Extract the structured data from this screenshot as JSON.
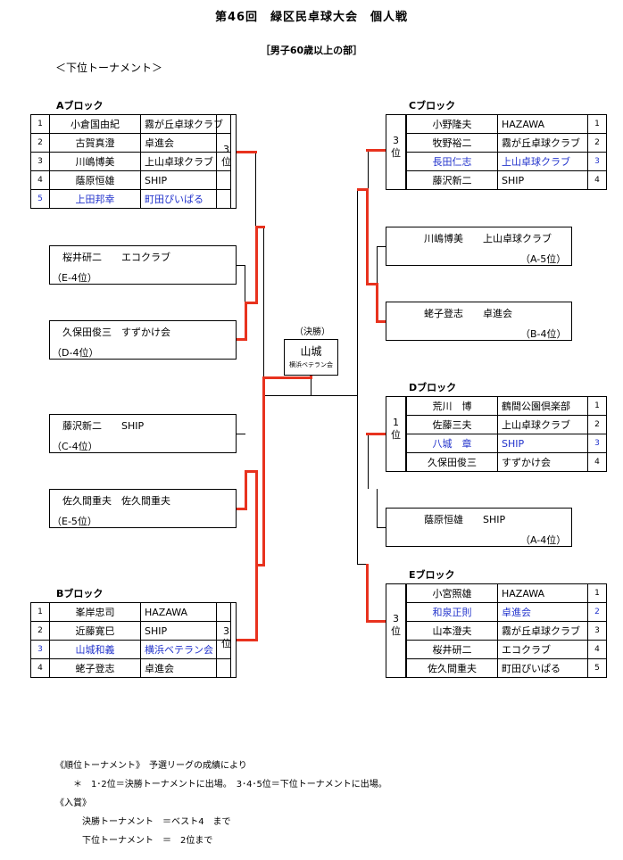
{
  "title": "第46回　緑区民卓球大会　個人戦",
  "subtitle": "［男子60歳以上の部］",
  "tournament_label": "＜下位トーナメント＞",
  "blocks": {
    "A": {
      "label": "Aブロック",
      "rank": "3",
      "rank_suffix": "位",
      "rows": [
        {
          "num": "1",
          "name": "小倉国由紀",
          "club": "霧が丘卓球クラブ"
        },
        {
          "num": "2",
          "name": "古賀真澄",
          "club": "卓進会"
        },
        {
          "num": "3",
          "name": "川嶋博美",
          "club": "上山卓球クラブ"
        },
        {
          "num": "4",
          "name": "蔭原恒雄",
          "club": "SHIP"
        },
        {
          "num": "5",
          "name": "上田邦幸",
          "club": "町田ぴいぱる"
        }
      ]
    },
    "B": {
      "label": "Bブロック",
      "rank": "3",
      "rank_suffix": "位",
      "rows": [
        {
          "num": "1",
          "name": "峯岸忠司",
          "club": "HAZAWA"
        },
        {
          "num": "2",
          "name": "近藤寛巳",
          "club": "SHIP"
        },
        {
          "num": "3",
          "name": "山城和義",
          "club": "横浜ベテラン会"
        },
        {
          "num": "4",
          "name": "蛯子登志",
          "club": "卓進会"
        }
      ]
    },
    "C": {
      "label": "Cブロック",
      "rank": "3",
      "rank_suffix": "位",
      "rows": [
        {
          "num": "1",
          "name": "小野隆夫",
          "club": "HAZAWA"
        },
        {
          "num": "2",
          "name": "牧野裕二",
          "club": "霧が丘卓球クラブ"
        },
        {
          "num": "3",
          "name": "長田仁志",
          "club": "上山卓球クラブ"
        },
        {
          "num": "4",
          "name": "藤沢新二",
          "club": "SHIP"
        }
      ]
    },
    "D": {
      "label": "Dブロック",
      "rank": "1",
      "rank_suffix": "位",
      "rows": [
        {
          "num": "1",
          "name": "荒川　博",
          "club": "鶴間公園倶楽部"
        },
        {
          "num": "2",
          "name": "佐藤三夫",
          "club": "上山卓球クラブ"
        },
        {
          "num": "3",
          "name": "八城　章",
          "club": "SHIP"
        },
        {
          "num": "4",
          "name": "久保田俊三",
          "club": "すずかけ会"
        }
      ]
    },
    "E": {
      "label": "Eブロック",
      "rank": "3",
      "rank_suffix": "位",
      "rows": [
        {
          "num": "1",
          "name": "小宮照雄",
          "club": "HAZAWA"
        },
        {
          "num": "2",
          "name": "和泉正則",
          "club": "卓進会"
        },
        {
          "num": "3",
          "name": "山本澄夫",
          "club": "霧が丘卓球クラブ"
        },
        {
          "num": "4",
          "name": "桜井研二",
          "club": "エコクラブ"
        },
        {
          "num": "5",
          "name": "佐久間重夫",
          "club": "町田ぴいぱる"
        }
      ]
    }
  },
  "entries": {
    "sakurai": {
      "line1": "桜井研二　　エコクラブ",
      "line2": "（E-4位）"
    },
    "kubota": {
      "line1": "久保田俊三　すずかけ会",
      "line2": "（D-4位）"
    },
    "fujisawa": {
      "line1": "藤沢新二　　SHIP",
      "line2": "（C-4位）"
    },
    "sakuma": {
      "line1": "佐久間重夫　佐久間重夫",
      "line2": "（E-5位）"
    },
    "kawashima": {
      "line1": "川嶋博美　　上山卓球クラブ",
      "line2": "（A-5位）"
    },
    "ebiko": {
      "line1": "蛯子登志　　卓進会",
      "line2": "（B-4位）"
    },
    "kagehara": {
      "line1": "蔭原恒雄　　SHIP",
      "line2": "（A-4位）"
    }
  },
  "final": {
    "label": "（決勝）",
    "winner": "山城",
    "club": "横浜ベテラン会"
  },
  "notes": [
    "《順位トーナメント》　予選リーグの成績により",
    "　　＊　1･2位＝決勝トーナメントに出場。　3･4･5位＝下位トーナメントに出場。",
    "《入賞》",
    "　　　決勝トーナメント　＝ベスト4　まで",
    "　　　下位トーナメント　＝　2位まで"
  ],
  "colors": {
    "winner_line": "#e8321e",
    "highlight_text": "#2233cc"
  }
}
